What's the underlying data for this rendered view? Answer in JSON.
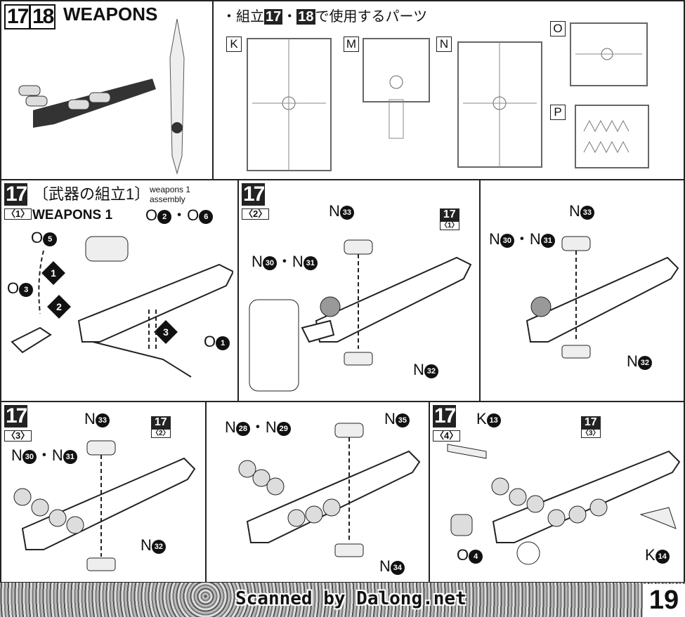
{
  "header": {
    "steps": [
      "17",
      "18"
    ],
    "title": "WEAPONS"
  },
  "parts_used": {
    "heading_prefix": "・組立",
    "step_a": "17",
    "separator": "・",
    "step_b": "18",
    "heading_suffix": "で使用するパーツ",
    "runners": [
      "K",
      "M",
      "N",
      "O",
      "P"
    ]
  },
  "step1": {
    "step": "17",
    "sub": "〈1〉",
    "title_jp": "〔武器の組立1〕",
    "note": "weapons 1 assembly",
    "title_en": "WEAPONS 1",
    "parts": {
      "o2_o6": [
        "O",
        "2",
        "・O",
        "6"
      ],
      "o5": [
        "O",
        "5"
      ],
      "o3": [
        "O",
        "3"
      ],
      "o1": [
        "O",
        "1"
      ]
    },
    "arrows": [
      "1",
      "2",
      "3"
    ]
  },
  "step2": {
    "step": "17",
    "sub": "〈2〉",
    "ref": {
      "step": "17",
      "sub": "〈1〉"
    },
    "a": {
      "n33": [
        "N",
        "33"
      ],
      "n30": [
        "N",
        "30",
        "・N",
        "31"
      ],
      "n32": [
        "N",
        "32"
      ]
    },
    "b": {
      "n33": [
        "N",
        "33"
      ],
      "n30": [
        "N",
        "30",
        "・N",
        "31"
      ],
      "n32": [
        "N",
        "32"
      ]
    }
  },
  "step3": {
    "step": "17",
    "sub": "〈3〉",
    "ref": {
      "step": "17",
      "sub": "〈2〉"
    },
    "a": {
      "n33": [
        "N",
        "33"
      ],
      "n30": [
        "N",
        "30",
        "・N",
        "31"
      ],
      "n32": [
        "N",
        "32"
      ]
    },
    "b": {
      "n28": [
        "N",
        "28",
        "・N",
        "29"
      ],
      "n35": [
        "N",
        "35"
      ],
      "n34": [
        "N",
        "34"
      ]
    }
  },
  "step4": {
    "step": "17",
    "sub": "〈4〉",
    "ref": {
      "step": "17",
      "sub": "〈3〉"
    },
    "k13": [
      "K",
      "13"
    ],
    "o4": [
      "O",
      "4"
    ],
    "k14": [
      "K",
      "14"
    ]
  },
  "footer": {
    "credit": "Scanned by Dalong.net",
    "page": "19"
  }
}
